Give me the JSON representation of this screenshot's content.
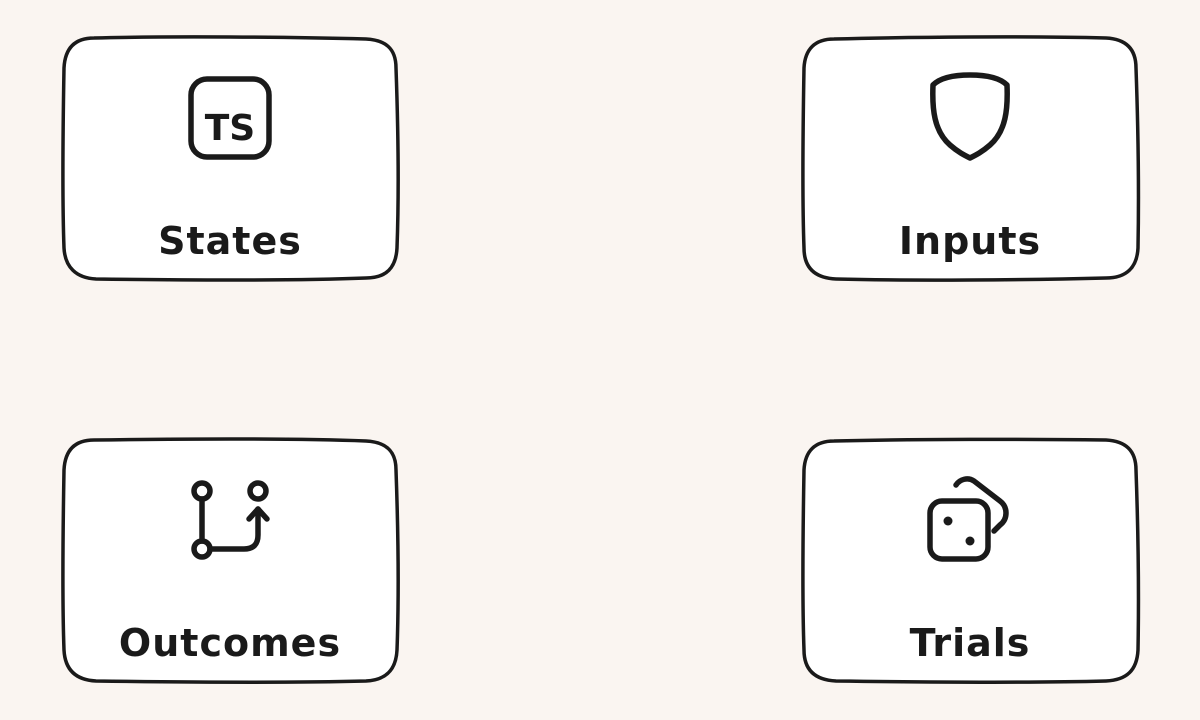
{
  "cards": [
    {
      "label": "States",
      "icon": "typescript-icon"
    },
    {
      "label": "Inputs",
      "icon": "shield-icon"
    },
    {
      "label": "Outcomes",
      "icon": "git-pull-request-icon"
    },
    {
      "label": "Trials",
      "icon": "dice-icon"
    }
  ],
  "colors": {
    "background": "#faf5f1",
    "card_fill": "#ffffff",
    "stroke": "#1a1a1a"
  }
}
